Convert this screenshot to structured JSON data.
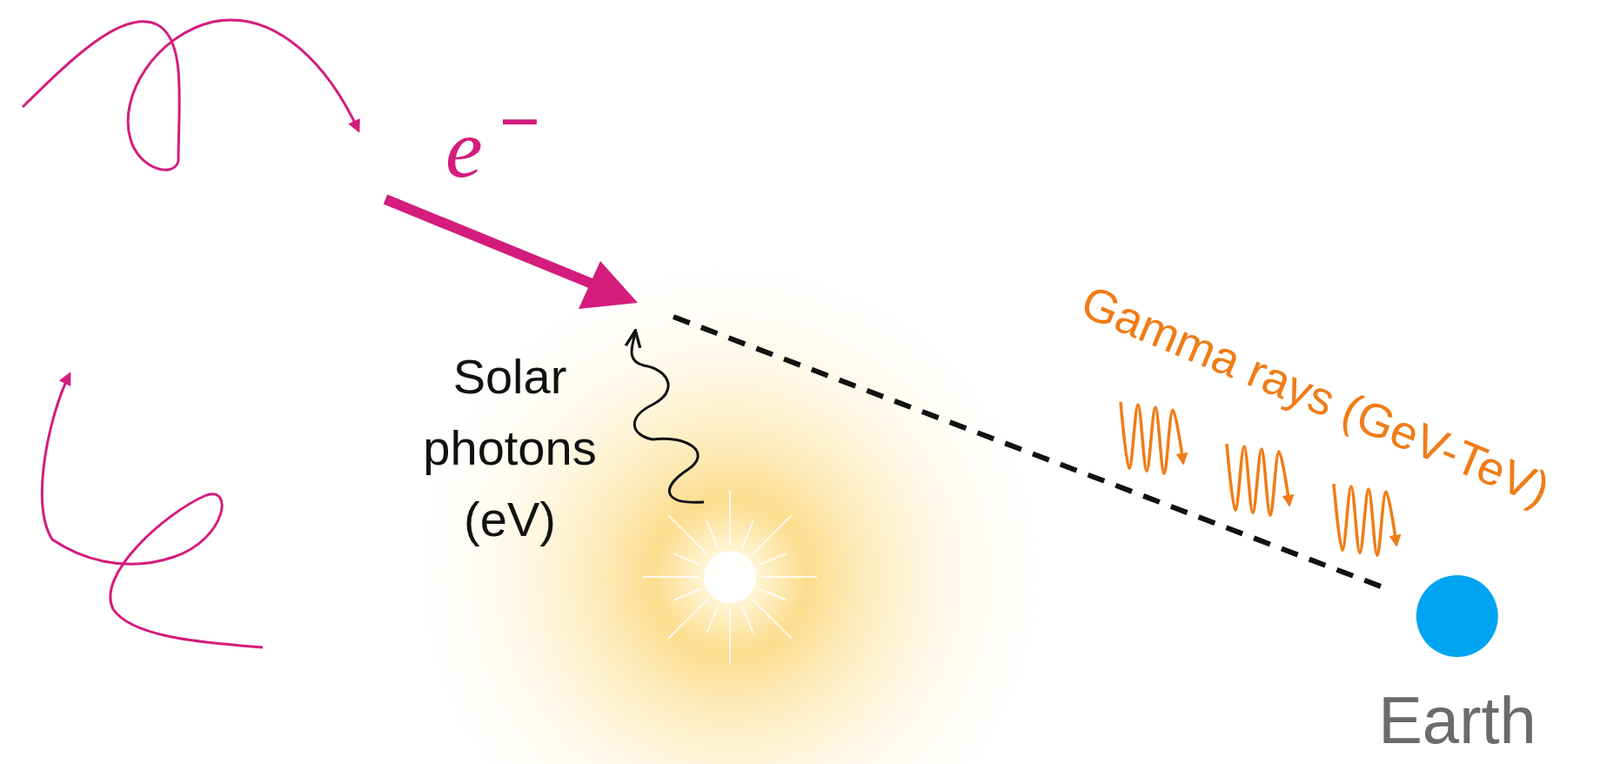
{
  "diagram": {
    "nodes": [
      {
        "text": [
          "Earth"
        ]
      }
    ],
    "labels": [
      "e",
      "−",
      "Solar photons (eV)",
      "Gamma rays (GeV-TeV)"
    ]
  }
}
